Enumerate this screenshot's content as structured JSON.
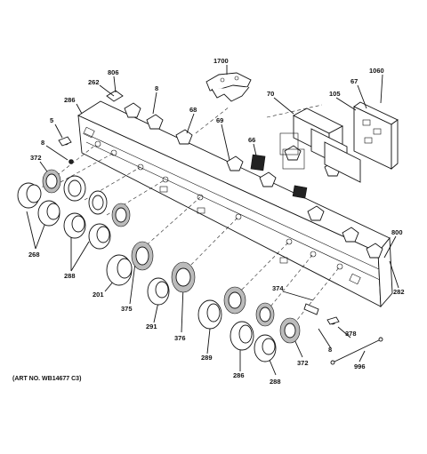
{
  "diagram": {
    "art_number": "(ART NO. WB14677 C3)",
    "callouts": [
      {
        "id": "c1700",
        "label": "1700"
      },
      {
        "id": "c806",
        "label": "806"
      },
      {
        "id": "c262",
        "label": "262"
      },
      {
        "id": "c8a",
        "label": "8"
      },
      {
        "id": "c286a",
        "label": "286"
      },
      {
        "id": "c1060",
        "label": "1060"
      },
      {
        "id": "c67",
        "label": "67"
      },
      {
        "id": "c70",
        "label": "70"
      },
      {
        "id": "c105",
        "label": "105"
      },
      {
        "id": "c5",
        "label": "5"
      },
      {
        "id": "c68",
        "label": "68"
      },
      {
        "id": "c69",
        "label": "69"
      },
      {
        "id": "c66",
        "label": "66"
      },
      {
        "id": "c8b",
        "label": "8"
      },
      {
        "id": "c372a",
        "label": "372"
      },
      {
        "id": "c268",
        "label": "268"
      },
      {
        "id": "c288a",
        "label": "288"
      },
      {
        "id": "c201",
        "label": "201"
      },
      {
        "id": "c375",
        "label": "375"
      },
      {
        "id": "c291",
        "label": "291"
      },
      {
        "id": "c376",
        "label": "376"
      },
      {
        "id": "c800",
        "label": "800"
      },
      {
        "id": "c282",
        "label": "282"
      },
      {
        "id": "c374",
        "label": "374"
      },
      {
        "id": "c378",
        "label": "378"
      },
      {
        "id": "c8c",
        "label": "8"
      },
      {
        "id": "c289",
        "label": "289"
      },
      {
        "id": "c286b",
        "label": "286"
      },
      {
        "id": "c372b",
        "label": "372"
      },
      {
        "id": "c288b",
        "label": "288"
      },
      {
        "id": "c996",
        "label": "996"
      }
    ]
  }
}
